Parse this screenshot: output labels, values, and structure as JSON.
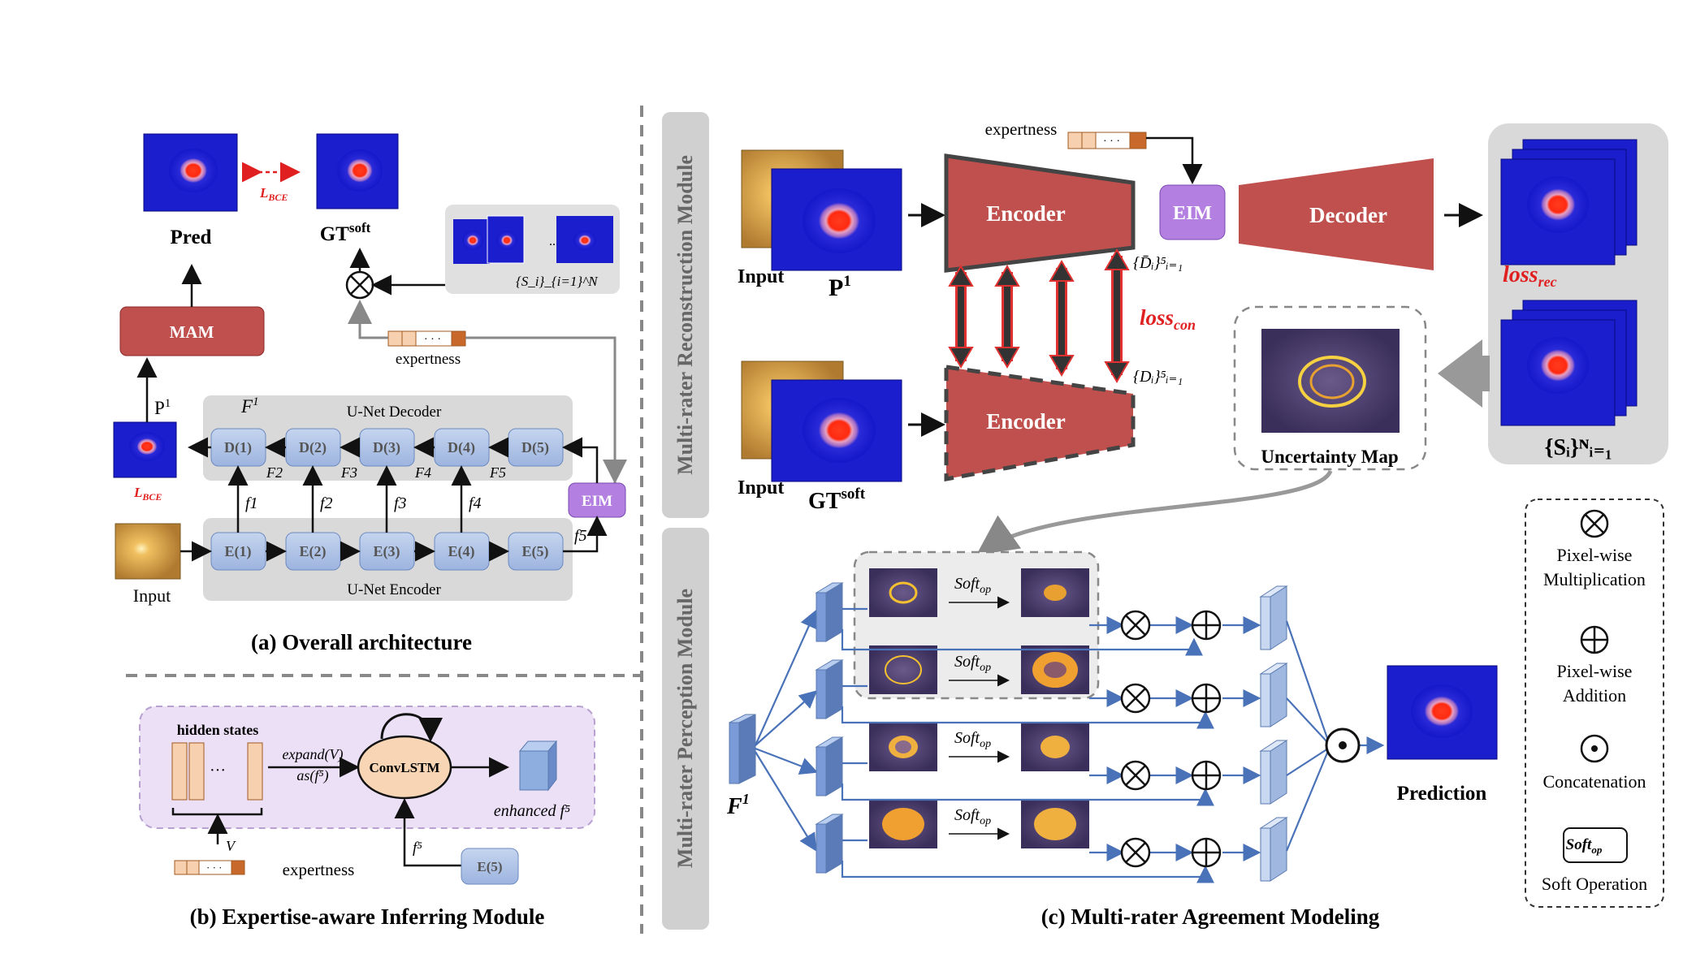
{
  "panel_a": {
    "caption": "(a) Overall architecture",
    "pred_label": "Pred",
    "gt_label": "GT",
    "gt_sup": "soft",
    "lbce_label": "L",
    "lbce_sub": "BCE",
    "mam_label": "MAM",
    "p1_label": "P",
    "p1_sup": "1",
    "F1_label": "F",
    "F1_sup": "1",
    "decoder_title": "U-Net Decoder",
    "encoder_title": "U-Net Encoder",
    "decoder_blocks": [
      "D(1)",
      "D(2)",
      "D(3)",
      "D(4)",
      "D(5)"
    ],
    "encoder_blocks": [
      "E(1)",
      "E(2)",
      "E(3)",
      "E(4)",
      "E(5)"
    ],
    "F_labels": [
      "F2",
      "F3",
      "F4",
      "F5"
    ],
    "f_labels": [
      "f1",
      "f2",
      "f3",
      "f4"
    ],
    "f5_label": "f5",
    "eim_label": "EIM",
    "input_label": "Input",
    "expertness_label": "expertness",
    "rater_set_label": "{S_i}_{i=1}^N",
    "multiply_symbol": "⊗"
  },
  "panel_b": {
    "caption": "(b) Expertise-aware Inferring Module",
    "hidden_states": "hidden states",
    "dots": "···",
    "expand_label": "expand(V)",
    "as_label": "as(f⁵)",
    "convlstm_label": "ConvLSTM",
    "enhanced_label": "enhanced f⁵",
    "v_label": "V",
    "expertness_label": "expertness",
    "f5_label": "f⁵",
    "e5_label": "E(5)"
  },
  "panel_c": {
    "caption": "(c) Multi-rater Agreement Modeling",
    "reconstruction_title": "Multi-rater Reconstruction Module",
    "perception_title": "Multi-rater Perception Module",
    "expertness_label": "expertness",
    "encoder_top": "Encoder",
    "encoder_bottom": "Encoder",
    "eim_label": "EIM",
    "decoder_label": "Decoder",
    "input_top": "Input",
    "input_bottom": "Input",
    "p1_label": "P",
    "p1_sup": "1",
    "gt_label": "GT",
    "gt_sup": "soft",
    "dbar_label": "{D̄ᵢ}⁵ᵢ₌₁",
    "d_label": "{Dᵢ}⁵ᵢ₌₁",
    "loss_con": "loss",
    "loss_con_sub": "con",
    "loss_rec": "loss",
    "loss_rec_sub": "rec",
    "rater_set": "{Sᵢ}ᴺᵢ₌₁",
    "uncertainty_label": "Uncertainty Map",
    "softop_label": "Soft",
    "softop_sub": "op",
    "f1_label": "F",
    "f1_sup": "1",
    "prediction_label": "Prediction"
  },
  "legend": {
    "mult_symbol": "⊗",
    "mult_line1": "Pixel-wise",
    "mult_line2": "Multiplication",
    "add_symbol": "⊕",
    "add_line1": "Pixel-wise",
    "add_line2": "Addition",
    "concat_symbol": "⊙",
    "concat_label": "Concatenation",
    "softop_box": "Soft",
    "softop_box_sub": "op",
    "softop_label": "Soft Operation"
  },
  "colors": {
    "block_blue": "#aec3e6",
    "encoder_red": "#c0504d",
    "eim_purple": "#b37fe0",
    "panel_gray": "#d9d9d9",
    "loss_red": "#e02020"
  }
}
